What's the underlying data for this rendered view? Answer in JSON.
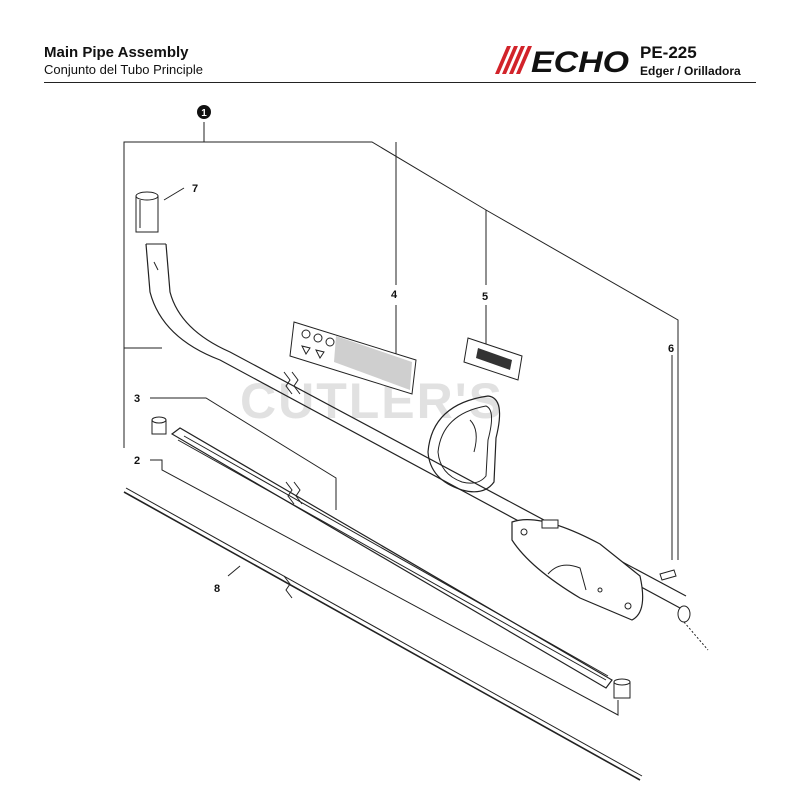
{
  "header": {
    "title": "Main Pipe Assembly",
    "subtitle": "Conjunto del Tubo Principle",
    "brand": "ECHO",
    "model": "PE-225",
    "model_description": "Edger / Orilladora"
  },
  "watermark": "CUTLER'S",
  "callouts": {
    "c1": "1",
    "c2": "2",
    "c3": "3",
    "c4": "4",
    "c5": "5",
    "c6": "6",
    "c7": "7",
    "c8": "8"
  },
  "colors": {
    "brand_red": "#d2232a",
    "line": "#222222",
    "decal_fill": "#cfcfcf"
  }
}
